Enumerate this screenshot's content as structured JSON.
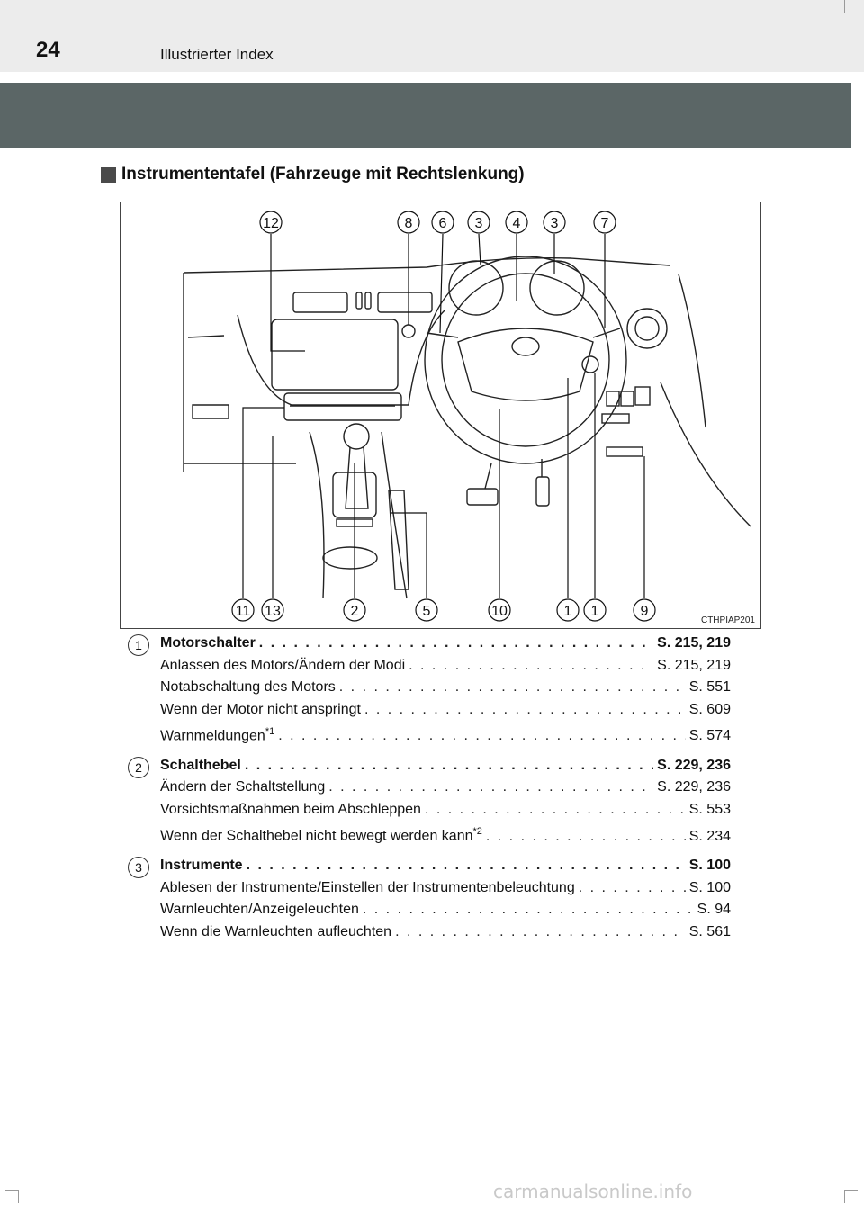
{
  "header": {
    "page_number": "24",
    "title": "Illustrierter Index"
  },
  "section": {
    "title": "Instrumententafel (Fahrzeuge mit Rechtslenkung)"
  },
  "figure": {
    "code": "CTHPIAP201",
    "top_callouts": [
      "12",
      "8",
      "6",
      "3",
      "4",
      "3",
      "7"
    ],
    "bottom_callouts": [
      "11",
      "13",
      "2",
      "5",
      "10",
      "1",
      "1",
      "9"
    ]
  },
  "entries": [
    {
      "num": "1",
      "main": {
        "label": "Motorschalter",
        "ref": "S. 215, 219"
      },
      "subs": [
        {
          "label": "Anlassen des Motors/Ändern der Modi",
          "ref": "S. 215, 219"
        },
        {
          "label": "Notabschaltung des Motors",
          "ref": "S. 551"
        },
        {
          "label": "Wenn der Motor nicht anspringt",
          "ref": "S. 609"
        },
        {
          "label": "Warnmeldungen",
          "sup": "*1",
          "ref": "S. 574"
        }
      ]
    },
    {
      "num": "2",
      "main": {
        "label": "Schalthebel",
        "ref": "S. 229, 236"
      },
      "subs": [
        {
          "label": "Ändern der Schaltstellung",
          "ref": "S. 229, 236"
        },
        {
          "label": "Vorsichtsmaßnahmen beim Abschleppen",
          "ref": "S. 553"
        },
        {
          "label": "Wenn der Schalthebel nicht bewegt werden kann",
          "sup": "*2",
          "ref": "S. 234"
        }
      ]
    },
    {
      "num": "3",
      "main": {
        "label": "Instrumente",
        "ref": "S. 100"
      },
      "subs": [
        {
          "label": "Ablesen der Instrumente/Einstellen der Instrumentenbeleuchtung",
          "ref": "S. 100"
        },
        {
          "label": "Warnleuchten/Anzeigeleuchten",
          "ref": "S. 94"
        },
        {
          "label": "Wenn die Warnleuchten aufleuchten",
          "ref": "S. 561"
        }
      ]
    }
  ],
  "watermark": "carmanualsonline.info"
}
